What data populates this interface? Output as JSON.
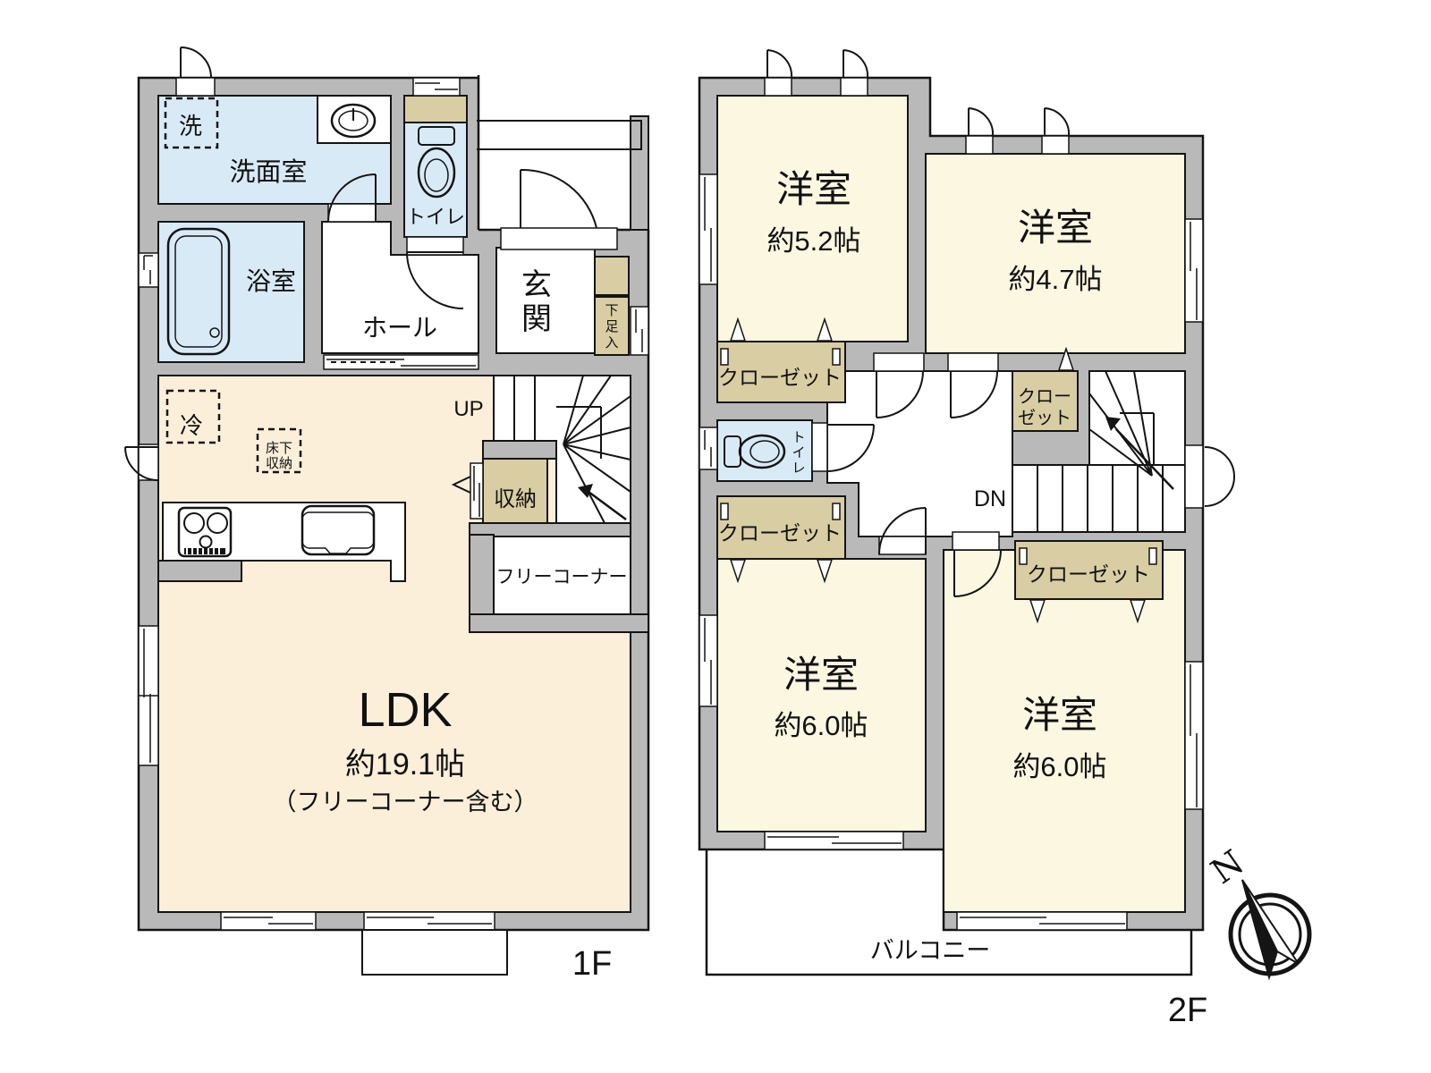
{
  "palette": {
    "wall_gray": "#b9b9b9",
    "wet_area_blue": "#d9eaf7",
    "ldk_cream": "#fcefd9",
    "bedroom_yellow": "#fbf7e1",
    "closet_tan": "#d9cda3",
    "line_black": "#141414"
  },
  "f1": {
    "floor_label": "1F",
    "laundry_mark": "洗",
    "washroom": "洗面室",
    "toilet": "トイレ",
    "bath": "浴室",
    "hall": "ホール",
    "entrance_chars": [
      "玄",
      "関"
    ],
    "shoe_chars": [
      "下",
      "足",
      "入"
    ],
    "fridge_mark": "冷",
    "underfloor_lines": [
      "床下",
      "収納"
    ],
    "storage": "収納",
    "free_corner": "フリーコーナー",
    "ldk": "LDK",
    "ldk_size": "約19.1帖",
    "ldk_note": "（フリーコーナー含む）",
    "up": "UP"
  },
  "f2": {
    "floor_label": "2F",
    "bedroom_nw": {
      "name": "洋室",
      "size": "約5.2帖"
    },
    "bedroom_ne": {
      "name": "洋室",
      "size": "約4.7帖"
    },
    "bedroom_sw": {
      "name": "洋室",
      "size": "約6.0帖"
    },
    "bedroom_se": {
      "name": "洋室",
      "size": "約6.0帖"
    },
    "closet_nw": "クローゼット",
    "closet_ne_lines": [
      "クロー",
      "ゼット"
    ],
    "closet_sw": "クローゼット",
    "closet_se": "クローゼット",
    "toilet_chars": [
      "ト",
      "イ",
      "レ"
    ],
    "dn": "DN",
    "balcony": "バルコニー"
  },
  "compass": {
    "north": "N"
  }
}
